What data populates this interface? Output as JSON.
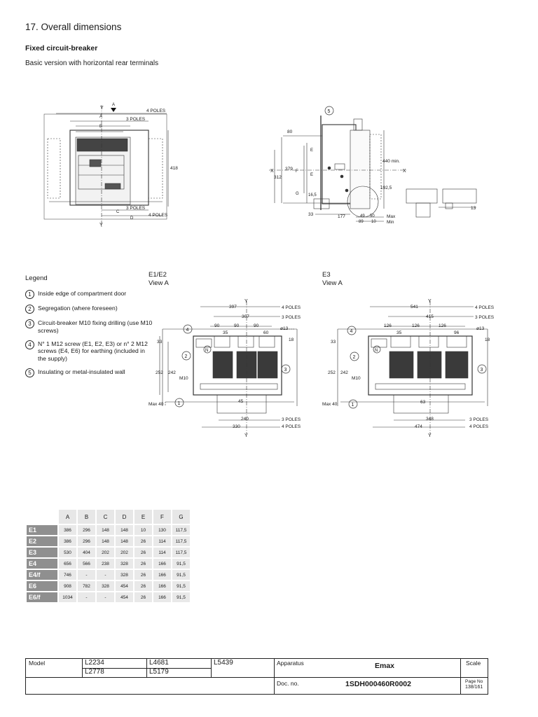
{
  "header": {
    "section_title": "17.  Overall dimensions",
    "subtitle": "Fixed circuit-breaker",
    "description": "Basic version with horizontal rear terminals"
  },
  "front_view": {
    "labels": {
      "y_top": "Y",
      "arrow_label": "A",
      "a": "A",
      "b": "B",
      "poles4_top": "4 POLES",
      "poles3_top": "3 POLES",
      "height": "418",
      "poles3_bottom": "3 POLES",
      "c": "C",
      "poles4_bottom": "4 POLES",
      "d": "D",
      "y_bottom": "Y"
    }
  },
  "side_view": {
    "labels": {
      "callout": "5",
      "d80": "80",
      "x_left": "X",
      "x_right": "X",
      "d379": "379",
      "d312": "312",
      "e1": "E",
      "f": "F",
      "e2": "E",
      "g": "G",
      "d16_5": "16,5",
      "d440": "440 min.",
      "d192_5": "192,5",
      "d33": "33",
      "d177": "177",
      "d49": "49",
      "d50": "50",
      "d89": "89",
      "d10": "10",
      "max": "Max",
      "min": "Min",
      "d13": "13"
    }
  },
  "legend": {
    "title": "Legend",
    "items": [
      {
        "num": "1",
        "text": "Inside edge of compartment door"
      },
      {
        "num": "2",
        "text": "Segregation (where foreseen)"
      },
      {
        "num": "3",
        "text": "Circuit-breaker M10 fixing drilling (use M10 screws)"
      },
      {
        "num": "4",
        "text": "N° 1 M12 screw (E1, E2, E3) or n° 2 M12 screws (E4, E6) for earthing (included in the supply)"
      },
      {
        "num": "5",
        "text": "Insulating or metal-insulated wall"
      }
    ]
  },
  "view_e1e2": {
    "heading": "E1/E2",
    "subheading": "View A",
    "labels": {
      "y_top": "Y",
      "d397": "397",
      "poles4_top": "4 POLES",
      "d307": "307",
      "poles3_top": "3 POLES",
      "d90a": "90",
      "d90b": "90",
      "d90c": "90",
      "d35": "35",
      "d60": "60",
      "d13": "ø13",
      "d18": "18",
      "d33": "33",
      "c4": "4",
      "n": "N",
      "c2": "2",
      "c3": "3",
      "d252": "252",
      "d242": "242",
      "m10": "M10",
      "d45": "45",
      "max40": "Max 40",
      "c1": "1",
      "d240": "240",
      "poles3_bottom": "3 POLES",
      "d330": "330",
      "poles4_bottom": "4 POLES",
      "y_bottom": "Y"
    }
  },
  "view_e3": {
    "heading": "E3",
    "subheading": "View A",
    "labels": {
      "y_top": "Y",
      "d541": "541",
      "poles4_top": "4 POLES",
      "d415": "415",
      "poles3_top": "3 POLES",
      "d126a": "126",
      "d126b": "126",
      "d126c": "126",
      "d35": "35",
      "d96": "96",
      "d13": "ø13",
      "d18": "18",
      "d33": "33",
      "c4": "4",
      "n": "N",
      "c2": "2",
      "c3": "3",
      "d252": "252",
      "d242": "242",
      "m10": "M10",
      "d63": "63",
      "max40": "Max 40",
      "c1": "1",
      "d348": "348",
      "poles3_bottom": "3 POLES",
      "d474": "474",
      "poles4_bottom": "4 POLES",
      "y_bottom": "Y"
    }
  },
  "dimension_table": {
    "columns": [
      "A",
      "B",
      "C",
      "D",
      "E",
      "F",
      "G"
    ],
    "rows": [
      {
        "model": "E1",
        "values": [
          "386",
          "296",
          "148",
          "148",
          "10",
          "130",
          "117,5"
        ]
      },
      {
        "model": "E2",
        "values": [
          "386",
          "296",
          "148",
          "148",
          "26",
          "114",
          "117,5"
        ]
      },
      {
        "model": "E3",
        "values": [
          "530",
          "404",
          "202",
          "202",
          "26",
          "114",
          "117,5"
        ]
      },
      {
        "model": "E4",
        "values": [
          "656",
          "566",
          "238",
          "328",
          "26",
          "166",
          "91,5"
        ]
      },
      {
        "model": "E4/f",
        "values": [
          "746",
          "-",
          "-",
          "328",
          "26",
          "166",
          "91,5"
        ]
      },
      {
        "model": "E6",
        "values": [
          "908",
          "782",
          "328",
          "454",
          "26",
          "166",
          "91,5"
        ]
      },
      {
        "model": "E6/f",
        "values": [
          "1034",
          "-",
          "-",
          "454",
          "26",
          "166",
          "91,5"
        ]
      }
    ]
  },
  "title_block": {
    "model_label": "Model",
    "codes": [
      "L2234",
      "L2778",
      "L4681",
      "L5179",
      "L5439"
    ],
    "apparatus_label": "Apparatus",
    "apparatus_value": "Emax",
    "scale_label": "Scale",
    "doc_label": "Doc. no.",
    "doc_value": "1SDH000460R0002",
    "page_label": "Page No",
    "page_value": "138/161"
  }
}
